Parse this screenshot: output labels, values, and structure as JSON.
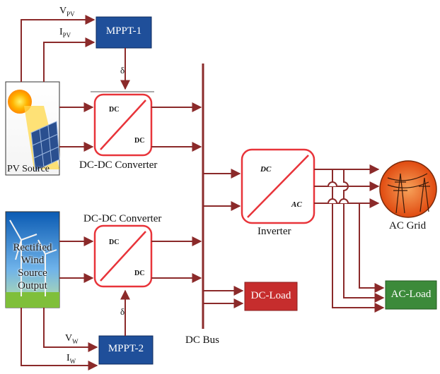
{
  "labels": {
    "vpv": "V",
    "vpv_sub": "PV",
    "ipv": "I",
    "ipv_sub": "PV",
    "mppt1": "MPPT-1",
    "delta1": "δ",
    "pv_source": "PV Source",
    "dcdc1_caption": "DC-DC Converter",
    "dcdc1_in": "DC",
    "dcdc1_out": "DC",
    "dcdc2_caption": "DC-DC Converter",
    "dcdc2_in": "DC",
    "dcdc2_out": "DC",
    "delta2": "δ",
    "wind_line1": "Rectified",
    "wind_line2": "Wind",
    "wind_line3": "Source",
    "wind_line4": "Output",
    "vw": "V",
    "vw_sub": "W",
    "iw": "I",
    "iw_sub": "W",
    "mppt2": "MPPT-2",
    "dc_bus": "DC Bus",
    "inverter": "Inverter",
    "inv_in": "DC",
    "inv_out": "AC",
    "ac_grid": "AC Grid",
    "dc_load": "DC-Load",
    "ac_load": "AC-Load"
  },
  "colors": {
    "wire": "#8b2a2a",
    "mppt_fill": "#1f4f9a",
    "converter_border": "#e8343a",
    "dc_load_fill": "#c62d2d",
    "ac_load_fill": "#3c8a3a",
    "grid_fill": "#e8631a"
  }
}
